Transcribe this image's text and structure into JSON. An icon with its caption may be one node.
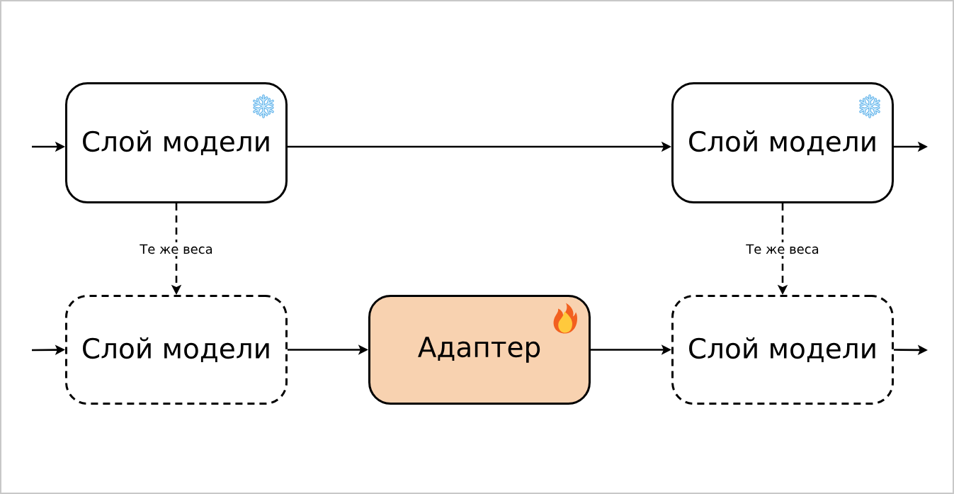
{
  "diagram": {
    "nodes": [
      {
        "text": [
          "Слой модели"
        ]
      },
      {
        "text": [
          "Слой модели"
        ]
      },
      {
        "text": [
          "Слой модели"
        ]
      },
      {
        "text": [
          "Адаптер"
        ]
      },
      {
        "text": [
          "Слой модели"
        ]
      }
    ],
    "edges": [
      {
        "from": null,
        "to": 0,
        "arrow": "to"
      },
      {
        "from": 0,
        "to": 1,
        "arrow": "to"
      },
      {
        "from": 1,
        "to": null,
        "arrow": "to"
      },
      {
        "from": 0,
        "to": 2,
        "arrow": "to",
        "style": "dashed",
        "label": "Те же веса"
      },
      {
        "from": 1,
        "to": 4,
        "arrow": "to",
        "style": "dashed",
        "label": "Те же веса"
      },
      {
        "from": null,
        "to": 2,
        "arrow": "to"
      },
      {
        "from": 2,
        "to": 3,
        "arrow": "to"
      },
      {
        "from": 3,
        "to": 4,
        "arrow": "to"
      },
      {
        "from": 4,
        "to": null,
        "arrow": "to"
      }
    ]
  }
}
